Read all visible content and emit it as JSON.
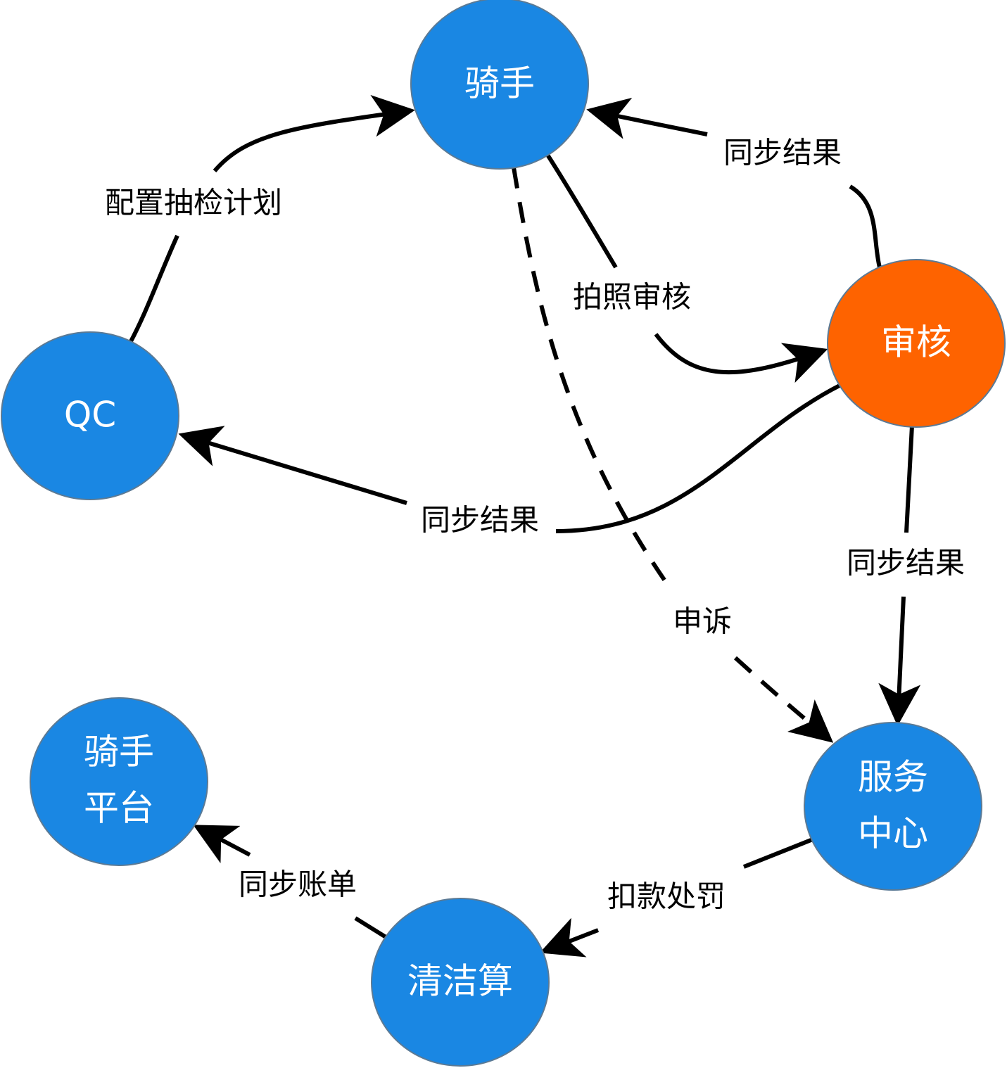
{
  "colors": {
    "node_blue": "#1a87e3",
    "node_orange": "#fe6300",
    "node_stroke": "#5b7a95",
    "node_text": "#ffffff",
    "edge": "#000000"
  },
  "nodes": {
    "rider": {
      "line1": "骑手",
      "color": "#1a87e3"
    },
    "qc": {
      "line1": "QC",
      "color": "#1a87e3"
    },
    "review": {
      "line1": "审核",
      "color": "#fe6300"
    },
    "service_center": {
      "line1": "服务",
      "line2": "中心",
      "color": "#1a87e3"
    },
    "rider_platform": {
      "line1": "骑手",
      "line2": "平台",
      "color": "#1a87e3"
    },
    "clearing": {
      "line1": "清洁算",
      "color": "#1a87e3"
    }
  },
  "edges": {
    "qc_to_rider": {
      "label": "配置抽检计划",
      "style": "solid"
    },
    "review_to_rider": {
      "label": "同步结果",
      "style": "solid"
    },
    "rider_to_review": {
      "label": "拍照审核",
      "style": "solid"
    },
    "review_to_qc": {
      "label": "同步结果",
      "style": "solid"
    },
    "rider_to_service": {
      "label": "申诉",
      "style": "dashed"
    },
    "review_to_service": {
      "label": "同步结果",
      "style": "solid"
    },
    "service_to_clearing": {
      "label": "扣款处罚",
      "style": "solid"
    },
    "clearing_to_platform": {
      "label": "同步账单",
      "style": "solid"
    }
  }
}
